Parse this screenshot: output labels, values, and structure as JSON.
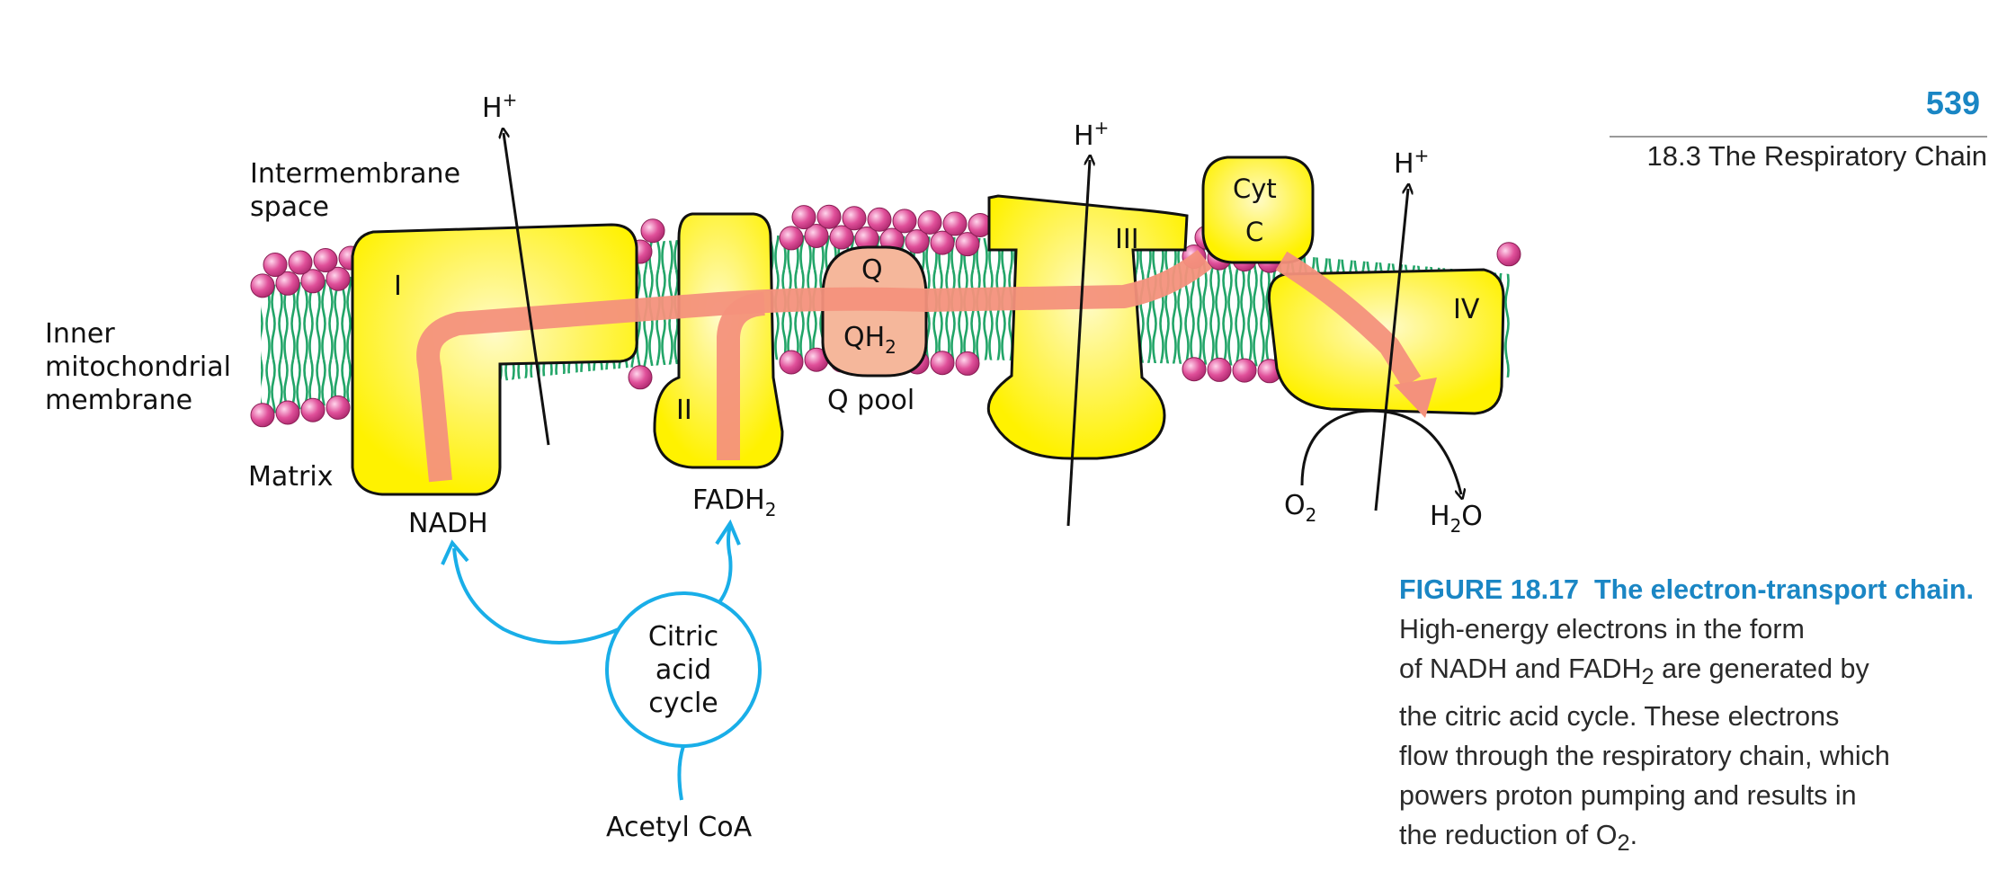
{
  "header": {
    "page_number": "539",
    "running_head": "18.3  The Respiratory Chain"
  },
  "caption": {
    "figure_label": "FIGURE 18.17",
    "title": "The electron-transport chain.",
    "line1_a": "High-energy electrons in the form",
    "line2_a": "of NADH and FADH",
    "line2_sub": "2",
    "line2_b": " are generated by",
    "line3": "the citric acid cycle. These electrons",
    "line4": "flow through the respiratory chain, which",
    "line5": "powers proton pumping and results in",
    "line6_a": "the reduction of O",
    "line6_sub": "2",
    "line6_b": "."
  },
  "diagram": {
    "labels": {
      "intermembrane_1": "Intermembrane",
      "intermembrane_2": "space",
      "inner_1": "Inner",
      "inner_2": "mitochondrial",
      "inner_3": "membrane",
      "matrix": "Matrix",
      "nadh": "NADH",
      "fadh": "FADH",
      "fadh_sub": "2",
      "q": "Q",
      "qh": "QH",
      "qh_sub": "2",
      "q_pool": "Q pool",
      "h": "H",
      "h_sup": "+",
      "cyt_1": "Cyt",
      "cyt_2": "C",
      "o": "O",
      "o_sub": "2",
      "h2o_h": "H",
      "h2o_sub": "2",
      "h2o_o": "O",
      "citric_1": "Citric",
      "citric_2": "acid",
      "citric_3": "cycle",
      "acetyl": "Acetyl CoA"
    },
    "complexes": {
      "c1": "I",
      "c2": "II",
      "c3": "III",
      "c4": "IV"
    }
  },
  "colors": {
    "complex_fill": "#fff200",
    "complex_highlight": "#fffbc8",
    "electron_path": "#f4917c",
    "quinone": "#f5b79b",
    "lipid_head": "#e0509a",
    "lipid_tail": "#16a060",
    "citric_blue": "#19aee8",
    "caption_blue": "#1a86c4"
  },
  "icons": {
    "proton_arrow": "arrow-up-icon",
    "cycle_arrow": "curved-arrow-icon"
  }
}
